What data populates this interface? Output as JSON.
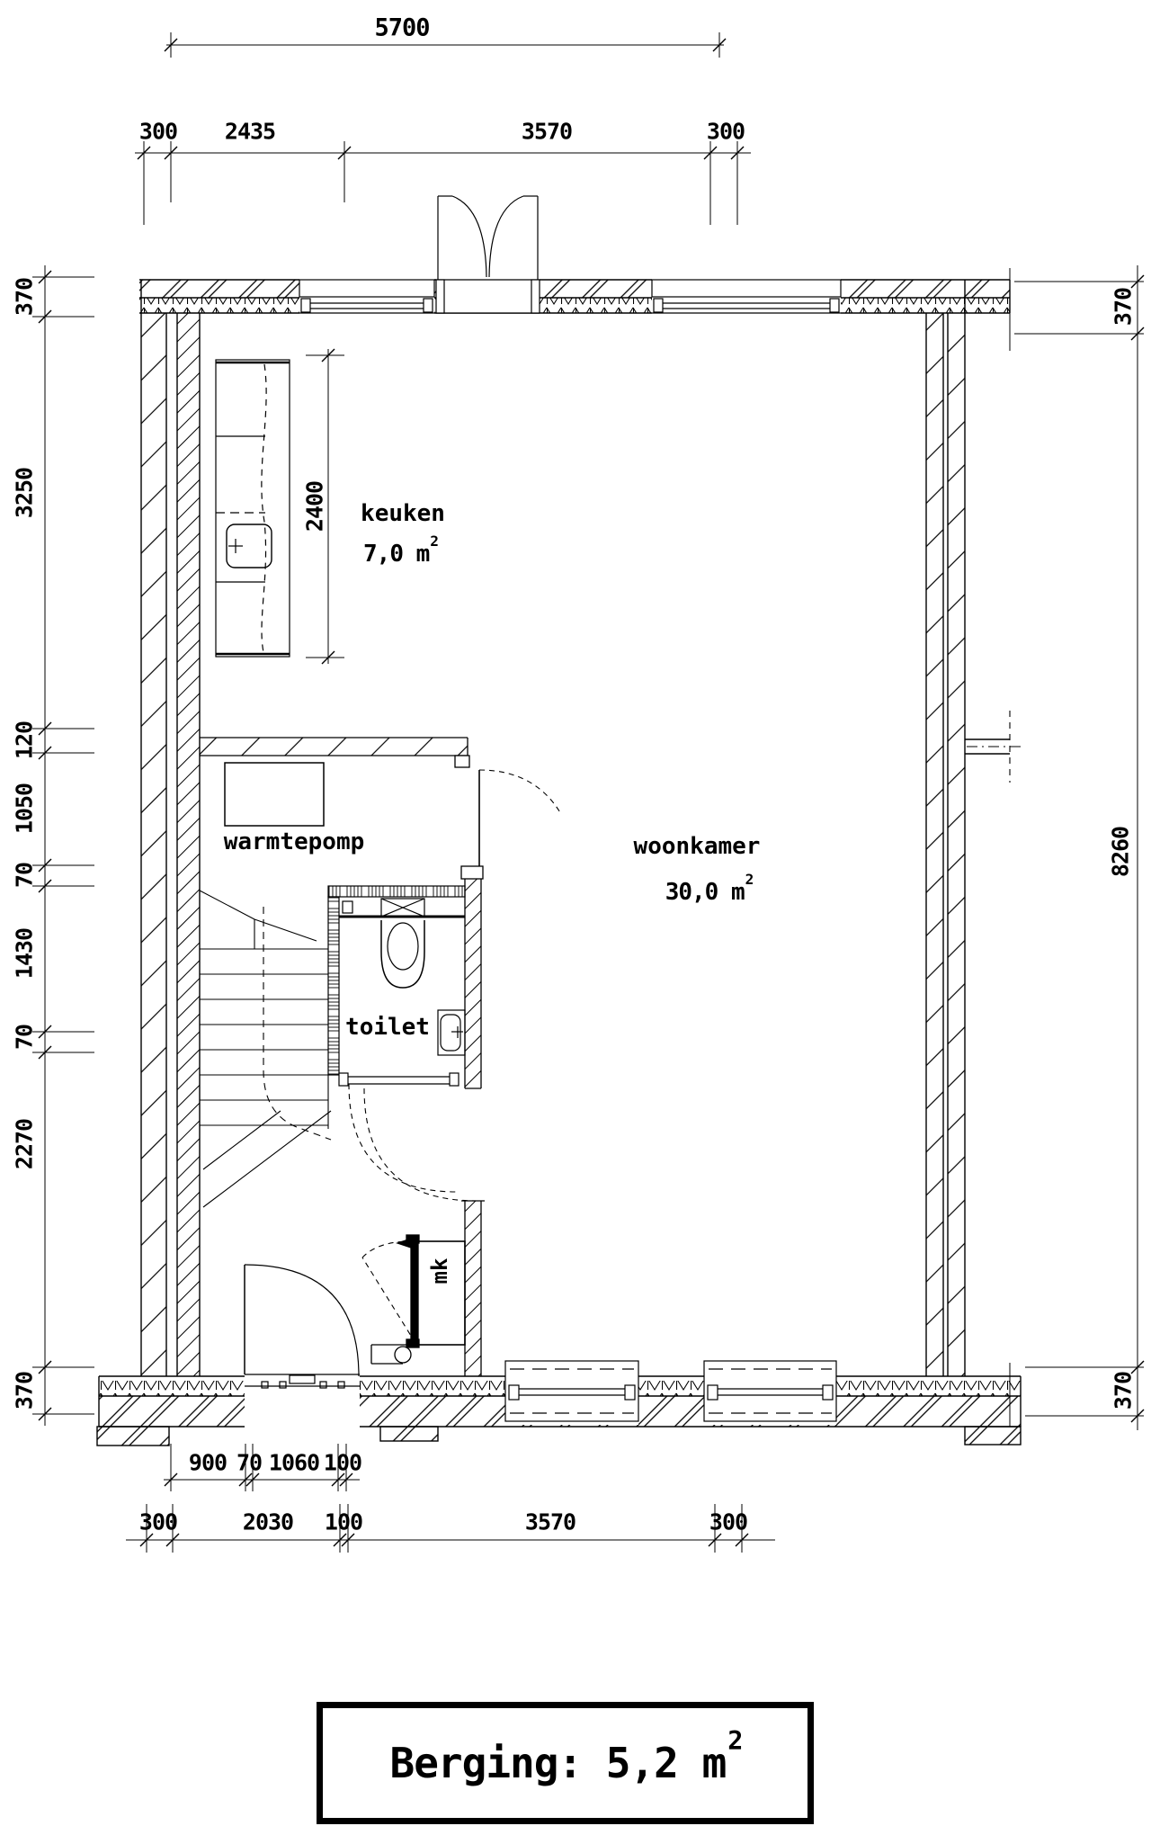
{
  "drawing": {
    "type": "floor-plan",
    "colors": {
      "line": "#000000",
      "background": "#ffffff"
    }
  },
  "rooms": {
    "kitchen": {
      "label": "keuken",
      "area": "7,0 m",
      "area_sup": "2"
    },
    "living": {
      "label": "woonkamer",
      "area": "30,0 m",
      "area_sup": "2"
    },
    "toilet": {
      "label": "toilet"
    },
    "heat_pump": {
      "label": "warmtepomp"
    },
    "meter_cupboard": {
      "label": "mk"
    }
  },
  "berging": {
    "label": "Berging: 5,2 m",
    "sup": "2"
  },
  "dimensions": {
    "top_total": "5700",
    "top_row": [
      "300",
      "2435",
      "3570",
      "300"
    ],
    "left_col": [
      "370",
      "3250",
      "120",
      "1050",
      "70",
      "1430",
      "70",
      "2270",
      "370"
    ],
    "right_col": [
      "370",
      "8260",
      "370"
    ],
    "bottom_row_inner": [
      "900",
      "70",
      "1060",
      "100"
    ],
    "bottom_row_outer": [
      "300",
      "2030",
      "100",
      "3570",
      "300"
    ],
    "kitchen_depth": "2400"
  }
}
